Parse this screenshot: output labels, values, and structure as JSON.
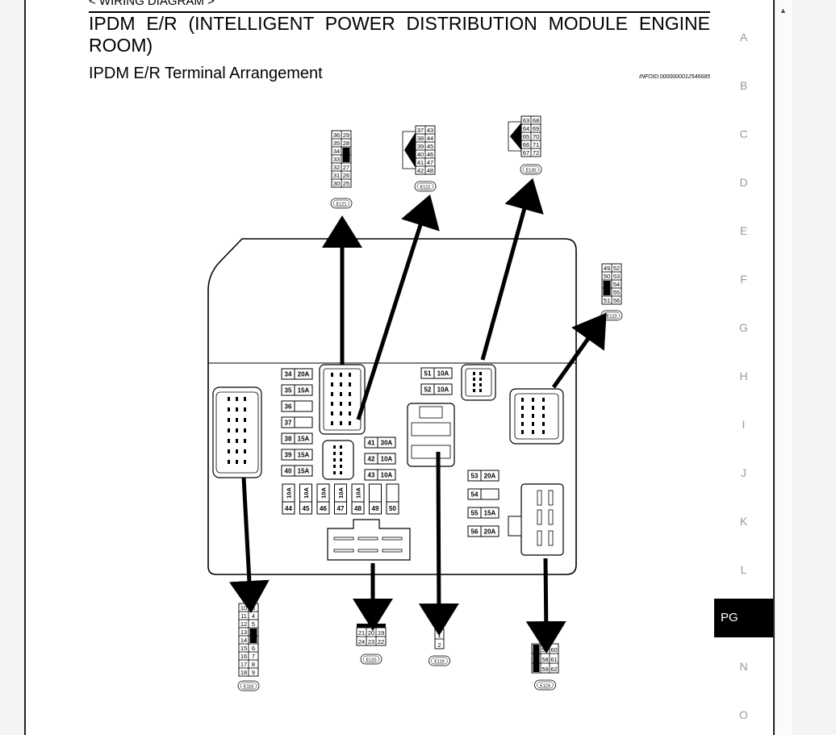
{
  "header": {
    "crumb": "< WIRING DIAGRAM >"
  },
  "title": "IPDM E/R (INTELLIGENT POWER DISTRIBUTION MODULE ENGINE ROOM)",
  "subtitle": "IPDM E/R Terminal Arrangement",
  "info_id": "INFOID:0000000012546685",
  "sidenav": [
    "A",
    "B",
    "C",
    "D",
    "E",
    "F",
    "G",
    "H",
    "I",
    "J",
    "K",
    "L",
    "PG",
    "N",
    "O"
  ],
  "sidenav_active": "PG",
  "connectors": {
    "E121": {
      "label": "E121",
      "rows": [
        [
          "36",
          "29"
        ],
        [
          "35",
          "28"
        ],
        [
          "34",
          ""
        ],
        [
          "33",
          ""
        ],
        [
          "32",
          "27"
        ],
        [
          "31",
          "26"
        ],
        [
          "30",
          "25"
        ]
      ]
    },
    "E122": {
      "label": "E122",
      "rows": [
        [
          "37",
          "43"
        ],
        [
          "38",
          "44"
        ],
        [
          "39",
          "45"
        ],
        [
          "40",
          "46"
        ],
        [
          "41",
          "47"
        ],
        [
          "42",
          "48"
        ]
      ]
    },
    "E130": {
      "label": "E130",
      "rows": [
        [
          "63",
          "68"
        ],
        [
          "64",
          "69"
        ],
        [
          "65",
          "70"
        ],
        [
          "66",
          "71"
        ],
        [
          "67",
          "72"
        ]
      ]
    },
    "E123": {
      "label": "E123",
      "rows": [
        [
          "49",
          "52"
        ],
        [
          "50",
          "53"
        ],
        [
          "",
          "54"
        ],
        [
          "",
          "55"
        ],
        [
          "51",
          "56"
        ]
      ]
    },
    "E118": {
      "label": "E118",
      "rows": [
        [
          "10",
          "3"
        ],
        [
          "11",
          "4"
        ],
        [
          "12",
          "5"
        ],
        [
          "13",
          ""
        ],
        [
          "14",
          ""
        ],
        [
          "15",
          "6"
        ],
        [
          "16",
          "7"
        ],
        [
          "17",
          "8"
        ],
        [
          "18",
          "9"
        ]
      ]
    },
    "E120": {
      "label": "E120",
      "rows": [
        [
          "21",
          "20",
          "19"
        ],
        [
          "24",
          "23",
          "22"
        ]
      ]
    },
    "E119": {
      "label": "E119",
      "rows": [
        [
          "1"
        ],
        [
          "2"
        ]
      ]
    },
    "E124": {
      "label": "E124",
      "rows": [
        [
          "",
          "57",
          "60"
        ],
        [
          "",
          "58",
          "61"
        ],
        [
          "",
          "59",
          "62"
        ]
      ]
    }
  },
  "fuses_left": [
    {
      "num": "34",
      "amp": "20A"
    },
    {
      "num": "35",
      "amp": "15A"
    },
    {
      "num": "36",
      "amp": ""
    },
    {
      "num": "37",
      "amp": ""
    },
    {
      "num": "38",
      "amp": "15A"
    },
    {
      "num": "39",
      "amp": "15A"
    },
    {
      "num": "40",
      "amp": "15A"
    }
  ],
  "fuses_top_mid": [
    {
      "num": "51",
      "amp": "10A"
    },
    {
      "num": "52",
      "amp": "10A"
    }
  ],
  "fuses_mid": [
    {
      "num": "41",
      "amp": "30A"
    },
    {
      "num": "42",
      "amp": "10A"
    },
    {
      "num": "43",
      "amp": "10A"
    }
  ],
  "fuses_bottom": [
    {
      "num": "44",
      "amp": "10A"
    },
    {
      "num": "45",
      "amp": "10A"
    },
    {
      "num": "46",
      "amp": "10A"
    },
    {
      "num": "47",
      "amp": "10A"
    },
    {
      "num": "48",
      "amp": "10A"
    },
    {
      "num": "49",
      "amp": ""
    },
    {
      "num": "50",
      "amp": ""
    }
  ],
  "fuses_right": [
    {
      "num": "53",
      "amp": "20A"
    },
    {
      "num": "54",
      "amp": ""
    },
    {
      "num": "55",
      "amp": "15A"
    },
    {
      "num": "56",
      "amp": "20A"
    }
  ]
}
